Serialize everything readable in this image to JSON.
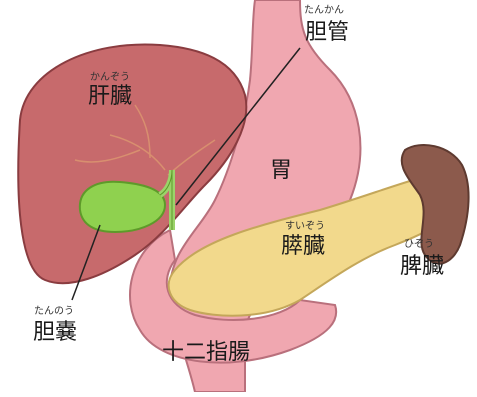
{
  "labels": {
    "liver": {
      "reading": "かんぞう",
      "text": "肝臓"
    },
    "bile_duct": {
      "reading": "たんかん",
      "text": "胆管"
    },
    "stomach": {
      "reading": "",
      "text": "胃"
    },
    "pancreas": {
      "reading": "すいぞう",
      "text": "膵臓"
    },
    "spleen": {
      "reading": "ひぞう",
      "text": "脾臓"
    },
    "gallbladder": {
      "reading": "たんのう",
      "text": "胆嚢"
    },
    "duodenum": {
      "reading": "",
      "text": "十二指腸"
    }
  },
  "colors": {
    "liver": "#c76a6c",
    "liver_dark": "#9e4b4f",
    "stomach": "#f0a7b0",
    "stomach_dark": "#d98090",
    "gallbladder": "#8fd14f",
    "pancreas": "#f2d98c",
    "spleen": "#8c5a4c",
    "duct": "#9bd36a"
  }
}
